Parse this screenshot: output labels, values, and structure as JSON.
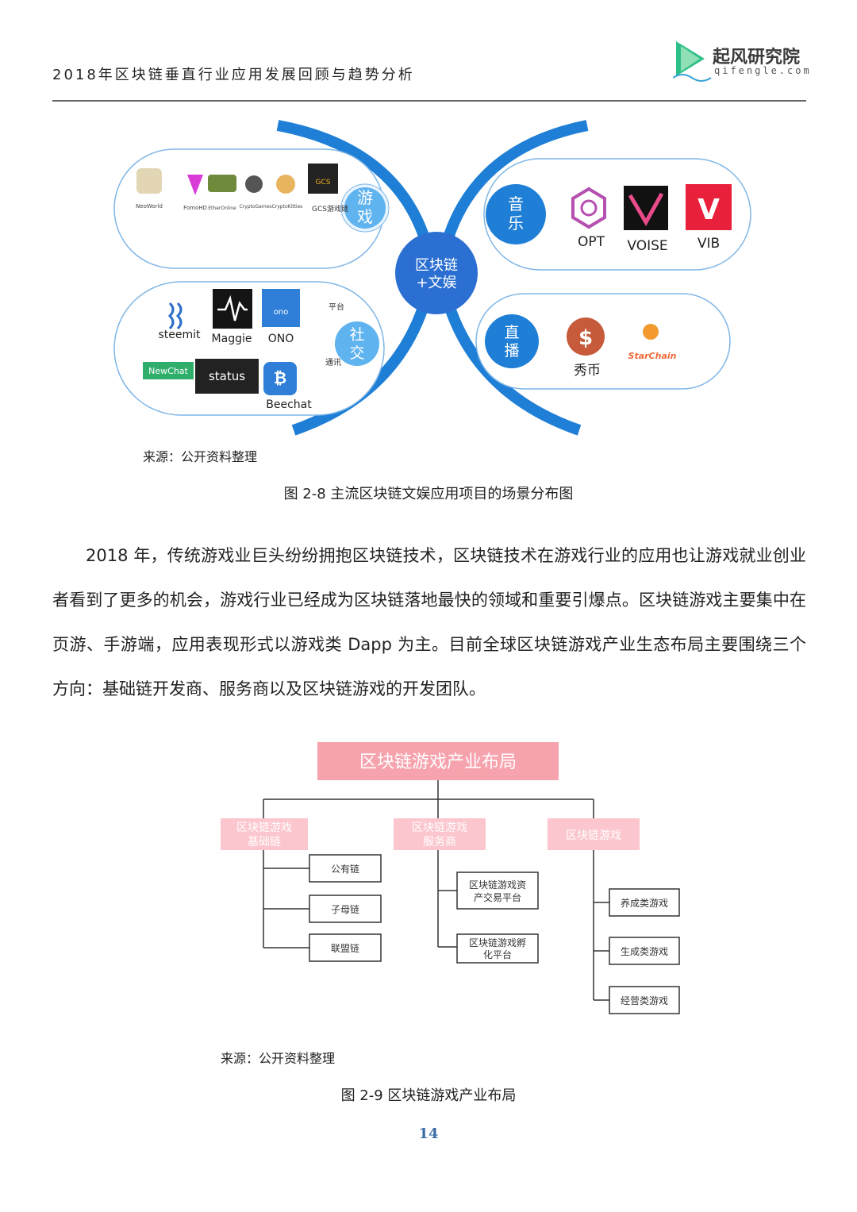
{
  "header": {
    "title": "2018年区块链垂直行业应用发展回顾与趋势分析",
    "logo_name": "起风研究院",
    "logo_domain": "qifengle.com"
  },
  "figure1": {
    "center_label_1": "区块链",
    "center_label_2": "+文娱",
    "game": {
      "label_1": "游",
      "label_2": "戏",
      "items": [
        "NeoWorld",
        "FomoHD",
        "EtherOnline",
        "CryptoGames",
        "CryptoKitties",
        "GCS游戏链"
      ],
      "gcs_icon_text": "GCS"
    },
    "social": {
      "label_1": "社",
      "label_2": "交",
      "side_platform": "平台",
      "side_comm": "通讯",
      "items": [
        "steemit",
        "Maggie",
        "ONO",
        "NewChat",
        "status",
        "Beechat"
      ],
      "ono_icon_text": "ono"
    },
    "music": {
      "label_1": "音",
      "label_2": "乐",
      "items": [
        "OPT",
        "VOISE",
        "VIB"
      ]
    },
    "live": {
      "label_1": "直",
      "label_2": "播",
      "items": [
        "秀币",
        "StarChain"
      ]
    },
    "source": "来源：公开资料整理",
    "caption": "图 2-8  主流区块链文娱应用项目的场景分布图"
  },
  "paragraph": "2018 年，传统游戏业巨头纷纷拥抱区块链技术，区块链技术在游戏行业的应用也让游戏就业创业者看到了更多的机会，游戏行业已经成为区块链落地最快的领域和重要引爆点。区块链游戏主要集中在页游、手游端，应用表现形式以游戏类 Dapp 为主。目前全球区块链游戏产业生态布局主要围绕三个方向：基础链开发商、服务商以及区块链游戏的开发团队。",
  "figure2": {
    "root": "区块链游戏产业布局",
    "branches": [
      {
        "label_1": "区块链游戏",
        "label_2": "基础链",
        "children": [
          "公有链",
          "子母链",
          "联盟链"
        ]
      },
      {
        "label_1": "区块链游戏",
        "label_2": "服务商",
        "children": [
          [
            "区块链游戏资",
            "产交易平台"
          ],
          [
            "区块链游戏孵",
            "化平台"
          ]
        ]
      },
      {
        "label_1": "区块链游戏",
        "label_2": "",
        "children": [
          "养成类游戏",
          "生成类游戏",
          "经营类游戏"
        ]
      }
    ],
    "source": "来源：公开资料整理",
    "caption": "图 2-9  区块链游戏产业布局"
  },
  "page_number": "14",
  "colors": {
    "accent_blue": "#1f7fd6",
    "pink_root": "#f7a3ae",
    "pink_branch": "#fbc6cd",
    "page_number": "#3c6ea6"
  }
}
